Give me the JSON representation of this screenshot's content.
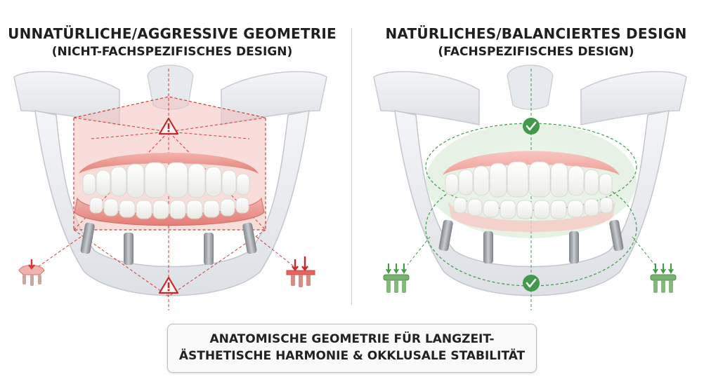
{
  "left": {
    "title": "UNNATÜRLICHE/AGGRESSIVE GEOMETRIE",
    "subtitle": "(NICHT-FACHSPEZIFISCHES DESIGN)",
    "accent": "#d03a3a",
    "markers": [
      "warning-icon",
      "warning-icon"
    ]
  },
  "right": {
    "title": "NATÜRLICHES/BALANCIERTES DESIGN",
    "subtitle": "(FACHSPEZIFISCHES DESIGN)",
    "accent": "#3f9a4a",
    "markers": [
      "check-icon",
      "check-icon"
    ]
  },
  "caption": {
    "line1": "ANATOMISCHE GEOMETRIE FÜR LANGZEIT-",
    "line2": "ÄSTHETISCHE HARMONIE & OKKLUSALE STABILITÄT"
  }
}
